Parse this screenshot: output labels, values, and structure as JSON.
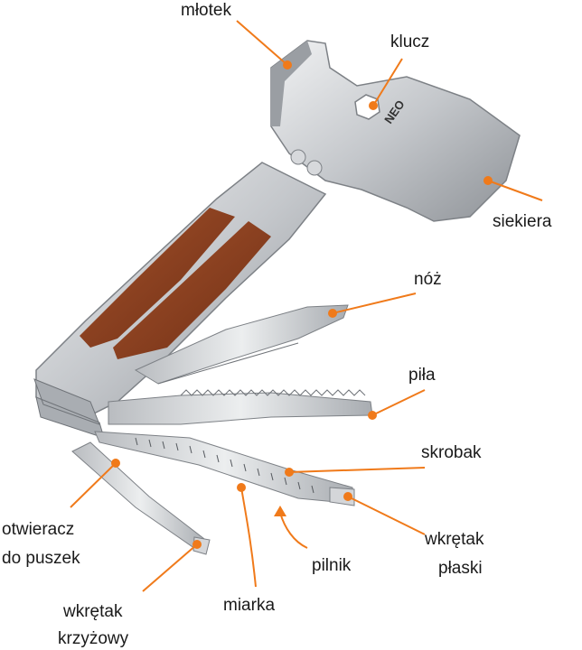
{
  "figure": {
    "labels": {
      "hammer": "młotek",
      "wrench": "klucz",
      "axe": "siekiera",
      "knife": "nóż",
      "saw": "piła",
      "scraper": "skrobak",
      "can_opener_line1": "otwieracz",
      "can_opener_line2": "do puszek",
      "phillips_line1": "wkrętak",
      "phillips_line2": "krzyżowy",
      "ruler": "miarka",
      "file": "pilnik",
      "flat_line1": "wkrętak",
      "flat_line2": "płaski"
    },
    "brand": "NEO",
    "colors": {
      "leader": "#f07a1a",
      "steel": "#c9ccd0",
      "wood": "#8b3e1f",
      "text": "#1a1a1a"
    }
  }
}
